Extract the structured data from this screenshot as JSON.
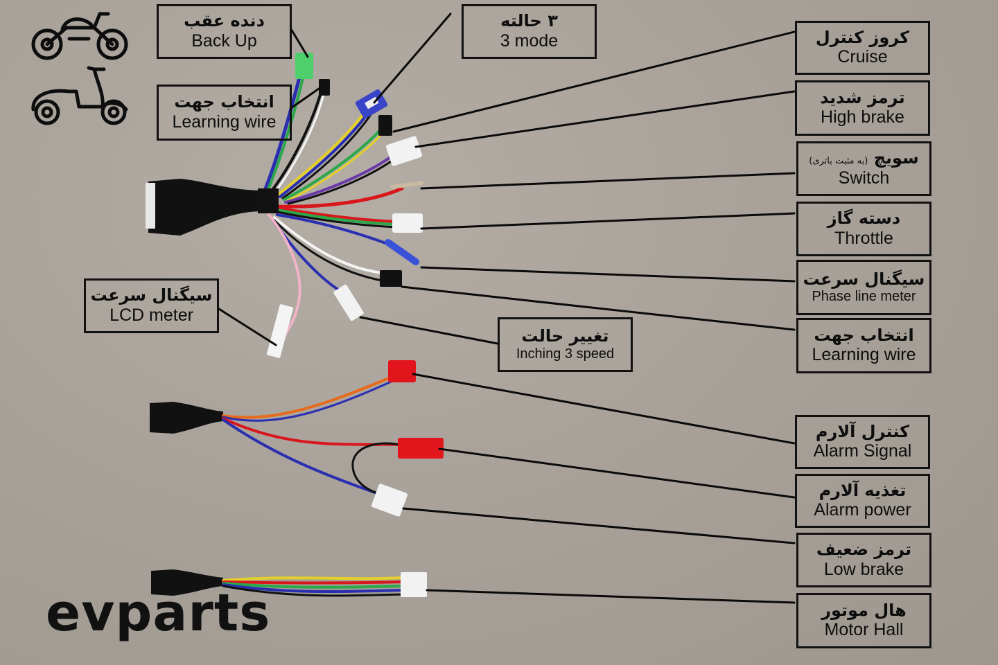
{
  "brand": {
    "logo_text": "evparts"
  },
  "icons": [
    "motorcycle-icon",
    "scooter-icon"
  ],
  "labels": {
    "back_up": {
      "fa": "دنده عقب",
      "en": "Back Up"
    },
    "learning_top": {
      "fa": "انتخاب جهت",
      "en": "Learning wire"
    },
    "three_mode": {
      "fa": "۳ حالته",
      "en": "3 mode"
    },
    "cruise": {
      "fa": "کروز کنترل",
      "en": "Cruise"
    },
    "high_brake": {
      "fa": "ترمز شدید",
      "en": "High brake"
    },
    "switch": {
      "fa": "سویچ",
      "note": "(به مثبت باتری)",
      "en": "Switch"
    },
    "throttle": {
      "fa": "دسته گاز",
      "en": "Throttle"
    },
    "phase_meter": {
      "fa": "سیگنال سرعت",
      "en": "Phase line meter"
    },
    "learning_right": {
      "fa": "انتخاب جهت",
      "en": "Learning wire"
    },
    "lcd_meter": {
      "fa": "سیگنال سرعت",
      "en": "LCD meter"
    },
    "inching": {
      "fa": "تغییر حالت",
      "en": "Inching 3 speed"
    },
    "alarm_signal": {
      "fa": "کنترل آلارم",
      "en": "Alarm Signal"
    },
    "alarm_power": {
      "fa": "تغذیه آلارم",
      "en": "Alarm power"
    },
    "low_brake": {
      "fa": "ترمز ضعیف",
      "en": "Low brake"
    },
    "motor_hall": {
      "fa": "هال موتور",
      "en": "Motor Hall"
    }
  },
  "colors": {
    "background": "#a8a29a",
    "box_border": "#111111",
    "leader_line": "#0a0a0a",
    "connector_black": "#111111",
    "connector_white": "#f2f2f2",
    "connector_red": "#e3151c",
    "connector_green": "#4fcf6b",
    "connector_blue": "#3a44c8",
    "wire_red": "#d8161c",
    "wire_blue": "#2a2fb0",
    "wire_green": "#2aa84a",
    "wire_yellow": "#e4d02a",
    "wire_orange": "#e86a1a",
    "wire_purple": "#6a3aa8",
    "wire_pink": "#f2b3c8",
    "wire_white": "#f4f4f4"
  }
}
